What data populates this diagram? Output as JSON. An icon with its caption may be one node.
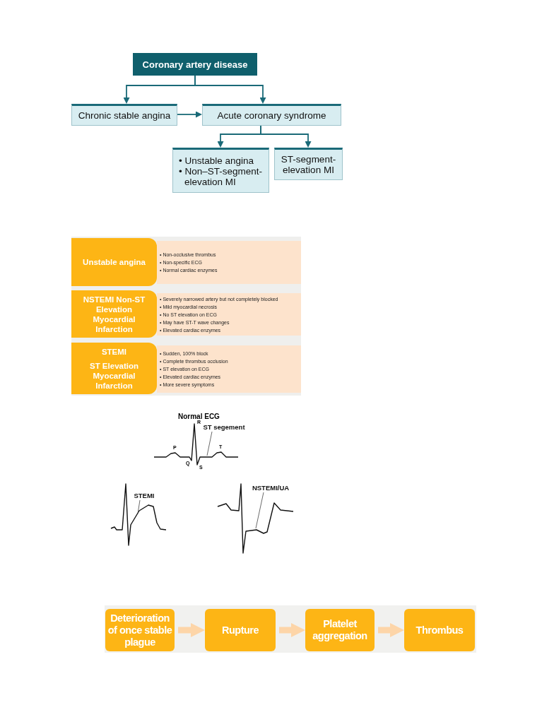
{
  "diagram": {
    "nodes": [
      {
        "text": [
          "Coronary artery disease"
        ]
      },
      {
        "text": [
          "Chronic stable angina"
        ]
      },
      {
        "text": [
          "Acute coronary syndrome"
        ]
      },
      {
        "text": [
          "• Unstable angina",
          "• Non–ST-segment-elevation MI"
        ]
      },
      {
        "text": [
          "ST-segment-elevation MI"
        ]
      },
      {
        "text": [
          "Unstable angina"
        ]
      },
      {
        "text": [
          "• Non-occlusive thrombus",
          "• Non-specific ECG",
          "• Normal cardiac enzymes"
        ]
      },
      {
        "text": [
          "NSTEMI Non-ST Elevation Myocardial Infarction"
        ]
      },
      {
        "text": [
          "• Severely narrowed artery but not completely blocked",
          "• Mild myocardial necrosis",
          "• No ST elevation on ECG",
          "• May have ST-T wave changes",
          "• Elevated cardiac enzymes"
        ]
      },
      {
        "text": [
          "STEMI",
          "ST Elevation Myocardial Infarction"
        ]
      },
      {
        "text": [
          "• Sudden, 100% block",
          "• Complete thrombus occlusion",
          "• ST elevation on ECG",
          "• Elevated cardiac enzymes",
          "• More severe symptoms"
        ]
      },
      {
        "text": [
          "ST segement"
        ]
      },
      {
        "text": [
          "STEMI"
        ]
      },
      {
        "text": [
          "NSTEMI/UA"
        ]
      },
      {
        "text": [
          "Deterioration of once stable plague"
        ]
      },
      {
        "text": [
          "Rupture"
        ]
      },
      {
        "text": [
          "Platelet aggregation"
        ]
      },
      {
        "text": [
          "Thrombus"
        ]
      }
    ],
    "edges": [
      {
        "from": 0,
        "to": 1,
        "arrow": "to"
      },
      {
        "from": 0,
        "to": 2,
        "arrow": "to"
      },
      {
        "from": 1,
        "to": 2,
        "arrow": "to"
      },
      {
        "from": 2,
        "to": 3,
        "arrow": "to"
      },
      {
        "from": 2,
        "to": 4,
        "arrow": "to"
      },
      {
        "from": 11,
        "to": null,
        "arrow": "none",
        "color": "#444444"
      },
      {
        "from": 12,
        "to": null,
        "arrow": "none",
        "color": "#444444"
      },
      {
        "from": 13,
        "to": null,
        "arrow": "none",
        "color": "#444444"
      },
      {
        "from": 14,
        "to": 15,
        "arrow": "to",
        "style": "thick",
        "color": "#fdd5a8"
      },
      {
        "from": 15,
        "to": 16,
        "arrow": "to",
        "style": "thick",
        "color": "#fdd5a8"
      },
      {
        "from": 16,
        "to": 17,
        "arrow": "to",
        "style": "thick",
        "color": "#fdd5a8"
      }
    ],
    "labels": [
      "Normal ECG",
      "R",
      "P",
      "T",
      "Q",
      "S"
    ]
  }
}
